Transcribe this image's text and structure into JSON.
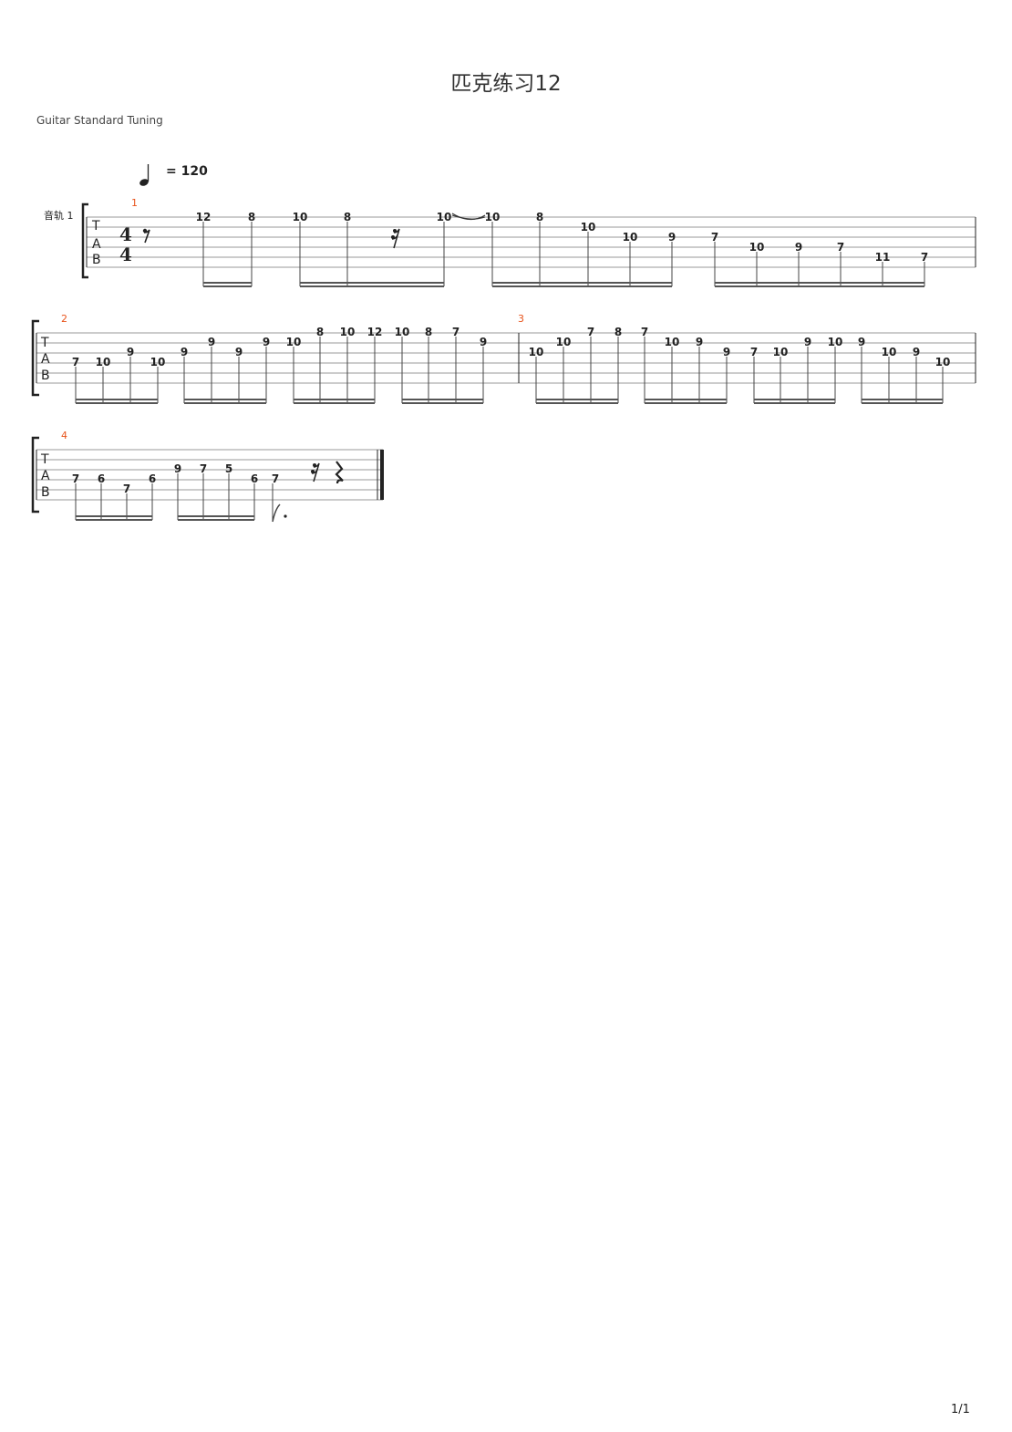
{
  "title": "匹克练习12",
  "tuning": "Guitar Standard Tuning",
  "tempo": {
    "icon": "quarter-note-icon",
    "value": "= 120"
  },
  "track_name": "音轨 1",
  "page_number": "1/1",
  "time_signature": {
    "top": "4",
    "bottom": "4"
  },
  "tab_clef": [
    "T",
    "A",
    "B"
  ],
  "measures": [
    {
      "number": "1",
      "frets": [
        "12",
        "8",
        "10",
        "8",
        "10",
        "10",
        "8",
        "10",
        "10",
        "9",
        "7",
        "10",
        "9",
        "7",
        "11",
        "7"
      ]
    },
    {
      "number": "2",
      "frets": [
        "7",
        "10",
        "9",
        "10",
        "9",
        "9",
        "9",
        "9",
        "10",
        "8",
        "10",
        "12",
        "10",
        "8",
        "7",
        "9"
      ]
    },
    {
      "number": "3",
      "frets": [
        "10",
        "10",
        "7",
        "8",
        "7",
        "10",
        "9",
        "9",
        "7",
        "10",
        "9",
        "10",
        "9",
        "10",
        "9",
        "10"
      ]
    },
    {
      "number": "4",
      "frets": [
        "7",
        "6",
        "7",
        "6",
        "9",
        "7",
        "5",
        "6",
        "7"
      ]
    }
  ]
}
